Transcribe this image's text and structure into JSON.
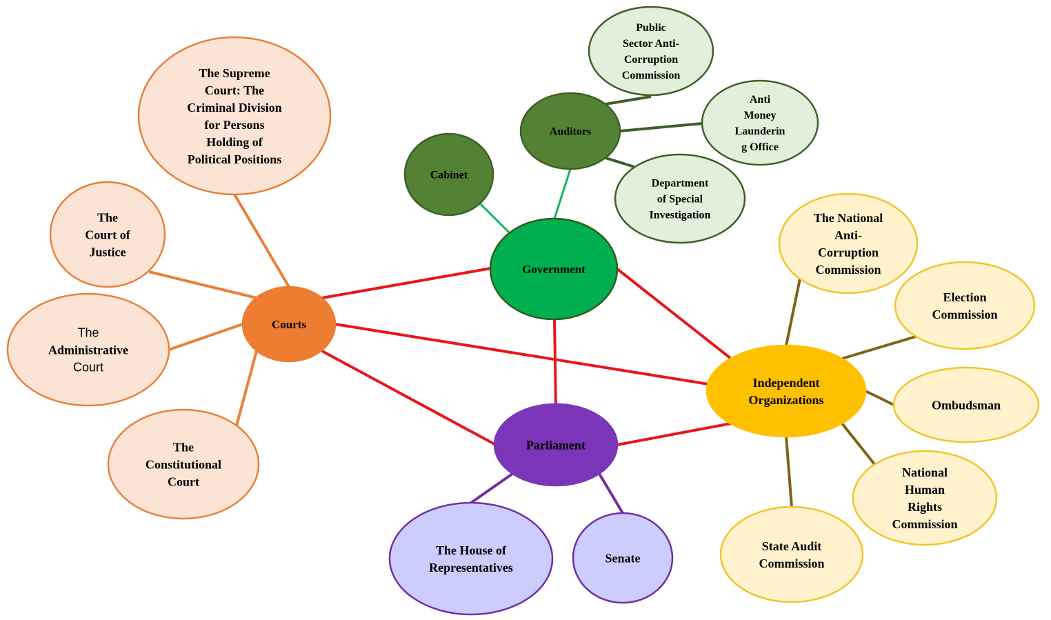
{
  "colors": {
    "red_link": "#e8161b",
    "courts_link": "#e8803a",
    "govt_link": "#16b45a",
    "auditors_link": "#3f5e28",
    "parliament_link": "#7030a0",
    "independent_link": "#7f6318"
  },
  "nodes": {
    "government": {
      "lines": [
        "Government"
      ],
      "fill": "#00b050",
      "stroke": "#2e5e1c"
    },
    "courts": {
      "lines": [
        "Courts"
      ],
      "fill": "#ed7d31",
      "stroke": "#ed7d31"
    },
    "parliament": {
      "lines": [
        "Parliament"
      ],
      "fill": "#7b35b8",
      "stroke": "#7b35b8"
    },
    "independent": {
      "lines": [
        "Independent",
        "Organizations"
      ],
      "fill": "#ffc000",
      "stroke": "#ffc000"
    },
    "cabinet": {
      "lines": [
        "Cabinet"
      ],
      "fill": "#548235",
      "stroke": "#3f5e28"
    },
    "auditors": {
      "lines": [
        "Auditors"
      ],
      "fill": "#548235",
      "stroke": "#3f5e28"
    },
    "public_sector": {
      "lines": [
        "Public",
        "Sector Anti-",
        "Corruption",
        "Commission"
      ],
      "fill": "#e2efda",
      "stroke": "#3f5e28"
    },
    "anti_money": {
      "lines": [
        "Anti",
        "Money",
        "Launderin",
        "g Office"
      ],
      "fill": "#e2efda",
      "stroke": "#3f5e28"
    },
    "dsi": {
      "lines": [
        "Department",
        "of Special",
        "Investigation"
      ],
      "fill": "#e2efda",
      "stroke": "#3f5e28"
    },
    "supreme_court": {
      "lines": [
        "The Supreme",
        "Court: The",
        "Criminal Division",
        "for Persons",
        "Holding of",
        "Political Positions"
      ],
      "fill": "#fbe4d5",
      "stroke": "#e8803a"
    },
    "court_of_justice": {
      "lines": [
        "The",
        "Court of",
        "Justice"
      ],
      "fill": "#fbe4d5",
      "stroke": "#e8803a"
    },
    "administrative_court": {
      "lines": [
        "The",
        "Administrative",
        "Court"
      ],
      "plain_lines": [
        0,
        2
      ],
      "fill": "#fbe4d5",
      "stroke": "#e8803a"
    },
    "constitutional_court": {
      "lines": [
        "The",
        "Constitutional",
        "Court"
      ],
      "fill": "#fbe4d5",
      "stroke": "#e8803a"
    },
    "house_of_reps": {
      "lines": [
        "The House of",
        "Representatives"
      ],
      "fill": "#ccccff",
      "stroke": "#7030a0"
    },
    "senate": {
      "lines": [
        "Senate"
      ],
      "fill": "#ccccff",
      "stroke": "#7030a0"
    },
    "nacc": {
      "lines": [
        "The National",
        "Anti-",
        "Corruption",
        "Commission"
      ],
      "fill": "#fff2cc",
      "stroke": "#f2c42a"
    },
    "election": {
      "lines": [
        "Election",
        "Commission"
      ],
      "fill": "#fff2cc",
      "stroke": "#f2c42a"
    },
    "ombudsman": {
      "lines": [
        "Ombudsman"
      ],
      "fill": "#fff2cc",
      "stroke": "#f2c42a"
    },
    "nhrc": {
      "lines": [
        "National",
        "Human",
        "Rights",
        "Commission"
      ],
      "fill": "#fff2cc",
      "stroke": "#f2c42a"
    },
    "state_audit": {
      "lines": [
        "State Audit",
        "Commission"
      ],
      "fill": "#fff2cc",
      "stroke": "#f2c42a"
    }
  }
}
